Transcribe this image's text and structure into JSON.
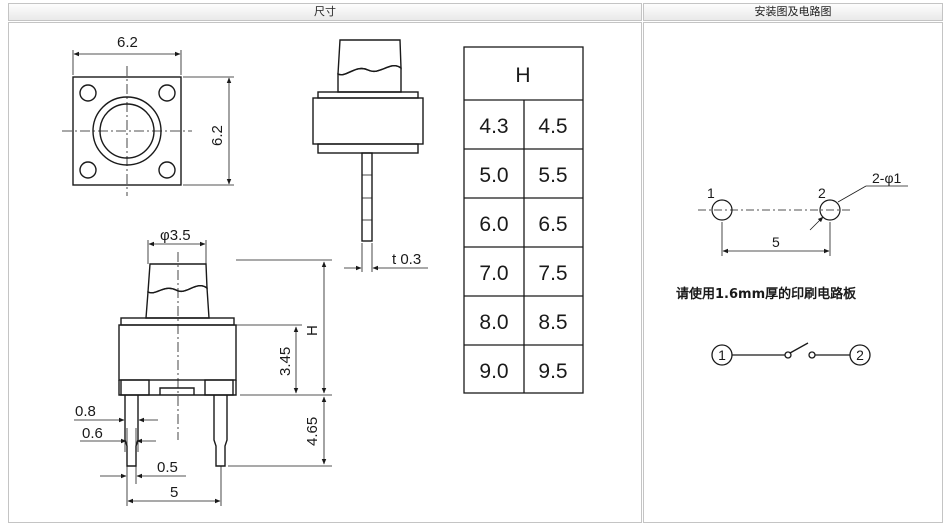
{
  "panels": {
    "left_title": "尺寸",
    "right_title": "安装图及电路图"
  },
  "top_view": {
    "width_label": "6.2",
    "height_label": "6.2"
  },
  "side_view": {
    "thickness_label": "t 0.3"
  },
  "front_view": {
    "stem_diameter_label": "φ3.5",
    "height_label": "H",
    "body_height_label": "3.45",
    "pin_length_label": "4.65",
    "pin_width_label": "0.8",
    "pin_thickness_label": "0.6",
    "pin_tip_label": "0.5",
    "pin_pitch_label": "5"
  },
  "height_table": {
    "header": "H",
    "rows": [
      [
        "4.3",
        "4.5"
      ],
      [
        "5.0",
        "5.5"
      ],
      [
        "6.0",
        "6.5"
      ],
      [
        "7.0",
        "7.5"
      ],
      [
        "8.0",
        "8.5"
      ],
      [
        "9.0",
        "9.5"
      ]
    ]
  },
  "mounting": {
    "hole1_label": "1",
    "hole2_label": "2",
    "hole_spec_label": "2-φ1",
    "spacing_label": "5",
    "note": "请使用1.6mm厚的印刷电路板"
  },
  "circuit": {
    "terminal1_label": "1",
    "terminal2_label": "2"
  }
}
